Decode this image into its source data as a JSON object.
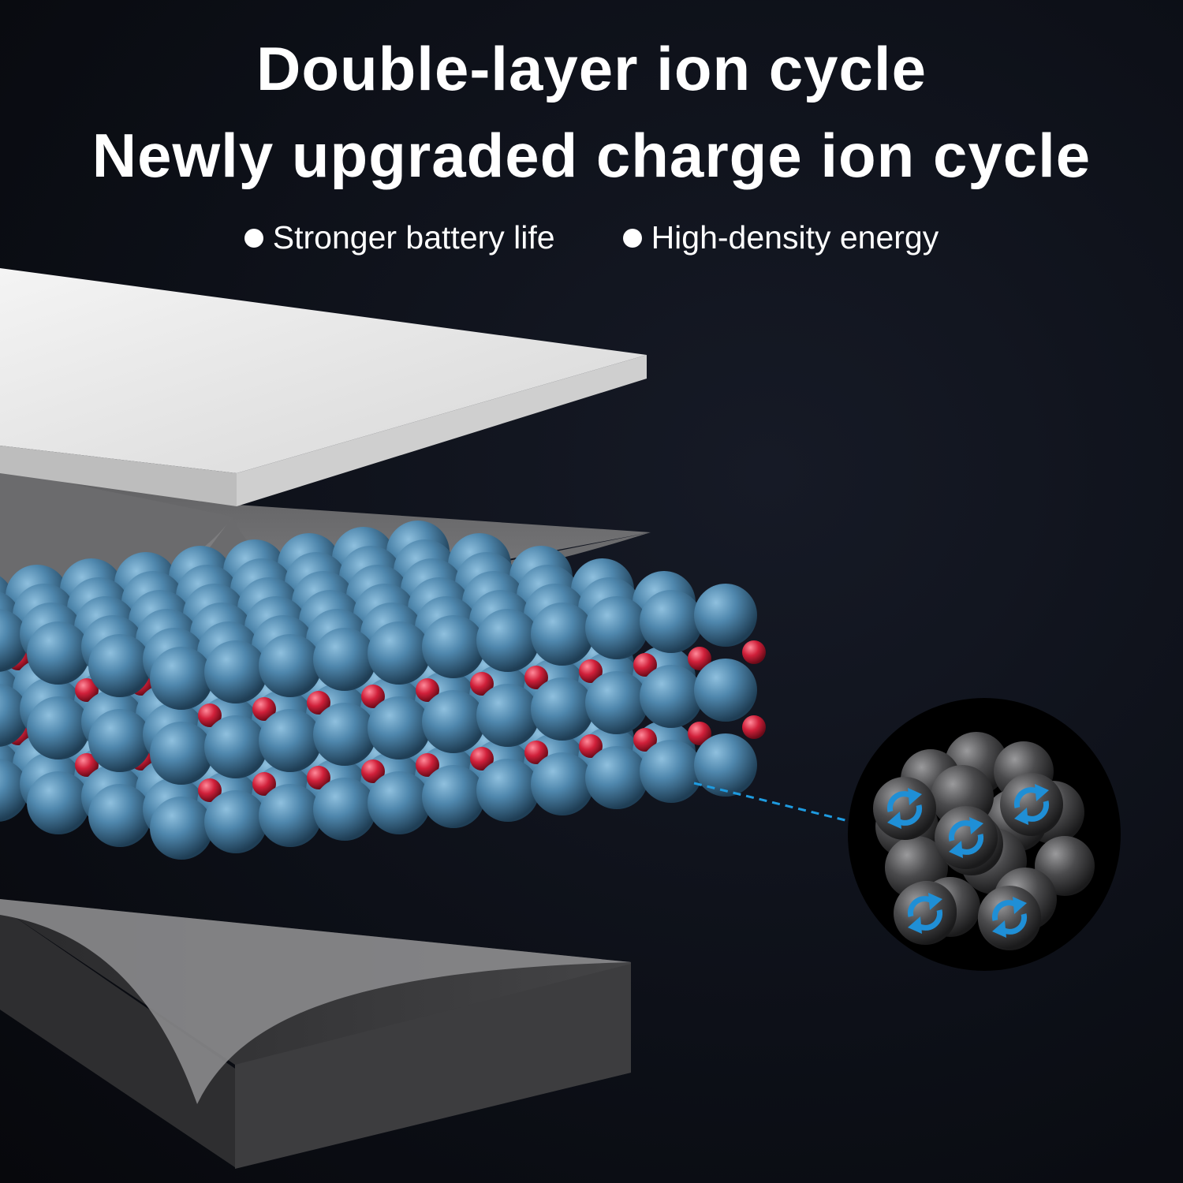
{
  "headline": {
    "line1": "Double-layer ion cycle",
    "line2": "Newly upgraded charge ion cycle"
  },
  "features": [
    {
      "label": "Stronger battery life",
      "icon": "bullet-dot"
    },
    {
      "label": "High-density energy",
      "icon": "bullet-dot"
    }
  ],
  "colors": {
    "background": "#0b0d14",
    "sphere": "#4f87ad",
    "ion": "#d0203a",
    "plate_top": "#e8e8e8",
    "plate_mid": "#6a6a6c",
    "plate_bottom": "#3c3c3e",
    "connector": "#1e9be0",
    "detail_circle": "#000000",
    "cycle_arrow": "#1f8fd6"
  },
  "icons": [
    "cycle-arrows-icon"
  ]
}
